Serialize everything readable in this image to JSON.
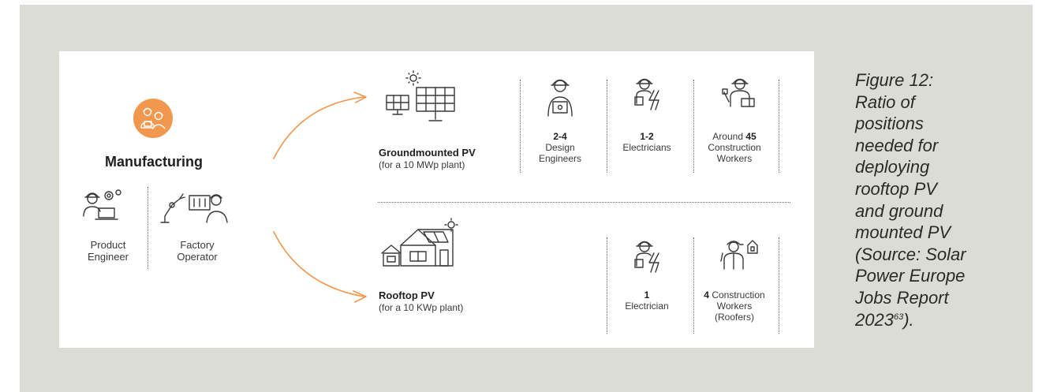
{
  "manufacturing": {
    "title": "Manufacturing",
    "accent_color": "#f2974e",
    "icon": "workers-icon",
    "roles": [
      {
        "line1": "Product",
        "line2": "Engineer",
        "icon": "engineer-gears-icon"
      },
      {
        "line1": "Factory",
        "line2": "Operator",
        "icon": "factory-operator-icon"
      }
    ]
  },
  "ground": {
    "title": "Groundmounted PV",
    "subtitle": "(for a 10 MWp plant)",
    "icon": "solar-panels-sun-icon",
    "positions": [
      {
        "value": "2-4",
        "line1": "Design",
        "line2": "Engineers",
        "line3": "",
        "icon": "design-engineer-icon"
      },
      {
        "value": "1-2",
        "line1": "Electricians",
        "line2": "",
        "line3": "",
        "icon": "electrician-icon"
      },
      {
        "prefix": "Around ",
        "value": "45",
        "line1": "Construction",
        "line2": "Workers",
        "line3": "",
        "icon": "construction-worker-icon"
      }
    ]
  },
  "rooftop": {
    "title": "Rooftop PV",
    "subtitle": "(for a 10 KWp plant)",
    "icon": "house-solar-roof-icon",
    "positions": [
      {
        "value": "1",
        "line1": "Electrician",
        "line2": "",
        "line3": "",
        "icon": "electrician-icon"
      },
      {
        "value": "4",
        "suffix": " Construction",
        "line1": "Workers",
        "line2": "(Roofers)",
        "line3": "",
        "icon": "roofer-icon"
      }
    ]
  },
  "caption": {
    "lines": [
      "Figure 12:",
      "Ratio of",
      "positions",
      "needed for",
      "deploying",
      "rooftop PV",
      "and ground",
      "mounted PV",
      "(Source: Solar",
      "Power Europe",
      "Jobs Report"
    ],
    "last_line": "2023",
    "footnote": "63",
    "closing": ")."
  }
}
